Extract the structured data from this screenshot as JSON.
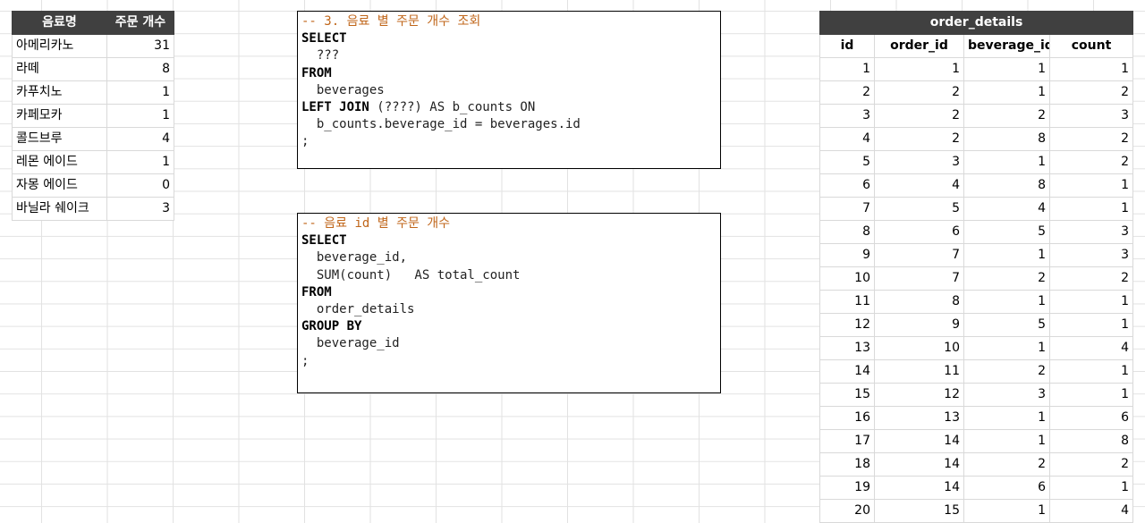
{
  "menu_summary": {
    "headers": [
      "음료명",
      "주문 개수"
    ],
    "rows": [
      [
        "아메리카노",
        "31"
      ],
      [
        "라떼",
        "8"
      ],
      [
        "카푸치노",
        "1"
      ],
      [
        "카페모카",
        "1"
      ],
      [
        "콜드브루",
        "4"
      ],
      [
        "레몬 에이드",
        "1"
      ],
      [
        "자몽 에이드",
        "0"
      ],
      [
        "바닐라 쉐이크",
        "3"
      ]
    ]
  },
  "query_box_1": {
    "lines": [
      [
        {
          "t": "-- 3. 음료 별 주문 개수 조회",
          "c": "cm"
        }
      ],
      [
        {
          "t": "SELECT",
          "c": "kw"
        }
      ],
      [
        {
          "t": "  ???",
          "c": "tx"
        }
      ],
      [
        {
          "t": "FROM",
          "c": "kw"
        }
      ],
      [
        {
          "t": "  beverages",
          "c": "tx"
        }
      ],
      [
        {
          "t": "LEFT JOIN",
          "c": "kw"
        },
        {
          "t": " (????) AS b_counts ON",
          "c": "tx"
        }
      ],
      [
        {
          "t": "  b_counts.beverage_id = beverages.id",
          "c": "tx"
        }
      ],
      [
        {
          "t": ";",
          "c": "tx"
        }
      ]
    ]
  },
  "query_box_2": {
    "lines": [
      [
        {
          "t": "-- 음료 id 별 주문 개수",
          "c": "cm"
        }
      ],
      [
        {
          "t": "SELECT",
          "c": "kw"
        }
      ],
      [
        {
          "t": "  beverage_id,",
          "c": "tx"
        }
      ],
      [
        {
          "t": "  SUM(count)   AS total_count",
          "c": "tx"
        }
      ],
      [
        {
          "t": "FROM",
          "c": "kw"
        }
      ],
      [
        {
          "t": "  order_details",
          "c": "tx"
        }
      ],
      [
        {
          "t": "GROUP BY",
          "c": "kw"
        }
      ],
      [
        {
          "t": "  beverage_id",
          "c": "tx"
        }
      ],
      [
        {
          "t": ";",
          "c": "tx"
        }
      ]
    ]
  },
  "order_details": {
    "title": "order_details",
    "columns": [
      "id",
      "order_id",
      "beverage_id",
      "count"
    ],
    "rows": [
      [
        "1",
        "1",
        "1",
        "1"
      ],
      [
        "2",
        "2",
        "1",
        "2"
      ],
      [
        "3",
        "2",
        "2",
        "3"
      ],
      [
        "4",
        "2",
        "8",
        "2"
      ],
      [
        "5",
        "3",
        "1",
        "2"
      ],
      [
        "6",
        "4",
        "8",
        "1"
      ],
      [
        "7",
        "5",
        "4",
        "1"
      ],
      [
        "8",
        "6",
        "5",
        "3"
      ],
      [
        "9",
        "7",
        "1",
        "3"
      ],
      [
        "10",
        "7",
        "2",
        "2"
      ],
      [
        "11",
        "8",
        "1",
        "1"
      ],
      [
        "12",
        "9",
        "5",
        "1"
      ],
      [
        "13",
        "10",
        "1",
        "4"
      ],
      [
        "14",
        "11",
        "2",
        "1"
      ],
      [
        "15",
        "12",
        "3",
        "1"
      ],
      [
        "16",
        "13",
        "1",
        "6"
      ],
      [
        "17",
        "14",
        "1",
        "8"
      ],
      [
        "18",
        "14",
        "2",
        "2"
      ],
      [
        "19",
        "14",
        "6",
        "1"
      ],
      [
        "20",
        "15",
        "1",
        "4"
      ]
    ]
  }
}
